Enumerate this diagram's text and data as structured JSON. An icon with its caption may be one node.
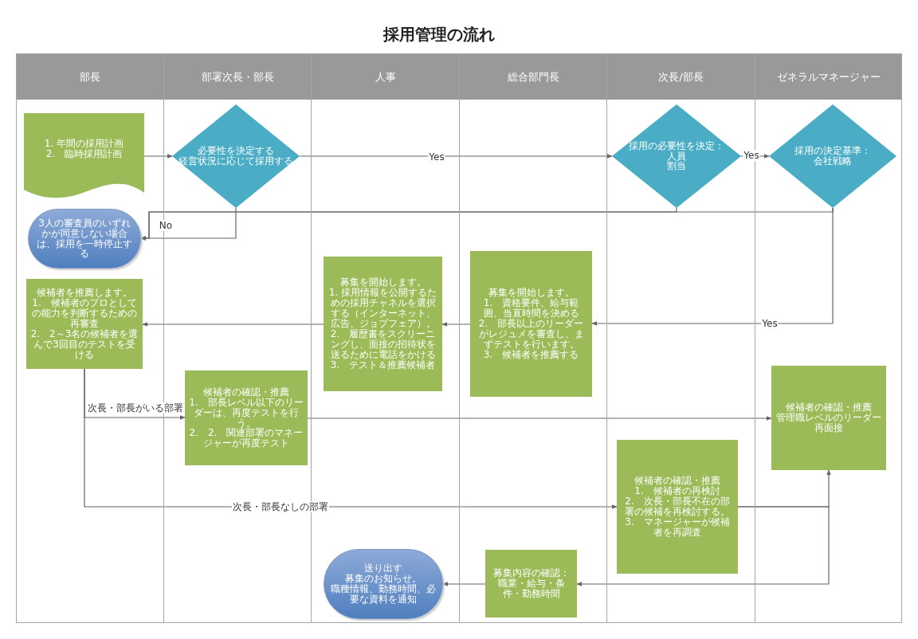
{
  "diagram": {
    "title": "採用管理の流れ",
    "nodes": [
      {
        "text": [
          "部長"
        ]
      },
      {
        "text": [
          "部署次長・部長"
        ]
      },
      {
        "text": [
          "人事"
        ]
      },
      {
        "text": [
          "総合部門長"
        ]
      },
      {
        "text": [
          "次長/部長"
        ]
      },
      {
        "text": [
          "ゼネラルマネージャー"
        ]
      },
      {
        "text": [
          "1. 年間の採用計画",
          "2.　臨時採用計画"
        ],
        "in": 0
      },
      {
        "text": [
          "必要性を決定する",
          "経営状況に応じて採用する"
        ],
        "in": 1
      },
      {
        "text": [
          "3人の審査員のいずれかが同意しない場合は、採用を一時停止する"
        ],
        "in": 0
      },
      {
        "text": [
          "採用の必要性を決定：",
          "人員",
          "割当"
        ],
        "in": 4
      },
      {
        "text": [
          "採用の決定基準：",
          "会社戦略"
        ],
        "in": 5
      },
      {
        "text": [
          "募集を開始します。",
          "1.　資格要件、給与範囲、当直時間を決める",
          "2.　部長以上のリーダーがレジュメを審査し、まずテストを行います。",
          "3.　候補者を推薦する"
        ],
        "in": 3
      },
      {
        "text": [
          "募集を開始します。",
          "1. 採用情報を公開するための採用チャネルを選択する（インターネット、広告、ジョブフェア）。",
          "2.　履歴書をスクリーニングし、面接の招待状を送るために電話をかける",
          "3.　テスト＆推薦候補者"
        ],
        "in": 2
      },
      {
        "text": [
          "候補者を推薦します。",
          "1.　候補者のプロとしての能力を判断するための再審査",
          "2.　2～3名の候補者を選んで3回目のテストを受ける"
        ],
        "in": 0
      },
      {
        "text": [
          "候補者の確認・推薦",
          "1.　部長レベル以下のリーダーは、再度テストを行う。",
          "2.　2.　関連部署のマネージャーが再度テスト"
        ],
        "in": 1
      },
      {
        "text": [
          "候補者の確認・推薦",
          "管理職レベルのリーダー再面接"
        ],
        "in": 5
      },
      {
        "text": [
          "候補者の確認・推薦",
          "1.　候補者の再検討",
          "2.　次長・部長不在の部署の候補を再検討する。",
          "3.　マネージャーが候補者を再調査"
        ],
        "in": 4
      },
      {
        "text": [
          "募集内容の確認：職業・給与・条件・勤務時間"
        ],
        "in": 3
      },
      {
        "text": [
          "送り出す",
          "募集のお知らせ。",
          "職種情報、勤務時間、必要な資料を通知"
        ],
        "in": 2
      }
    ],
    "edges": [
      {
        "from": 6,
        "to": 7,
        "arrow": "to"
      },
      {
        "from": 7,
        "to": 9,
        "arrow": "to",
        "label": "Yes"
      },
      {
        "from": 7,
        "to": 8,
        "arrow": "to",
        "label": "No"
      },
      {
        "from": 9,
        "to": 10,
        "arrow": "to",
        "label": "Yes"
      },
      {
        "from": 9,
        "to": 8,
        "arrow": "to"
      },
      {
        "from": 10,
        "to": 8,
        "arrow": "to"
      },
      {
        "from": 10,
        "to": 11,
        "arrow": "to",
        "label": "Yes"
      },
      {
        "from": 11,
        "to": 12,
        "arrow": "to"
      },
      {
        "from": 12,
        "to": 13,
        "arrow": "to"
      },
      {
        "from": 13,
        "to": 14,
        "arrow": "to",
        "label": "次長・部長がいる部署"
      },
      {
        "from": 14,
        "to": 15,
        "arrow": "to"
      },
      {
        "from": 13,
        "to": 16,
        "arrow": "to",
        "label": "次長・部長なしの部署"
      },
      {
        "from": 16,
        "to": 15,
        "arrow": "to"
      },
      {
        "from": 16,
        "to": 17,
        "arrow": "to"
      },
      {
        "from": 17,
        "to": 18,
        "arrow": "to"
      }
    ]
  }
}
